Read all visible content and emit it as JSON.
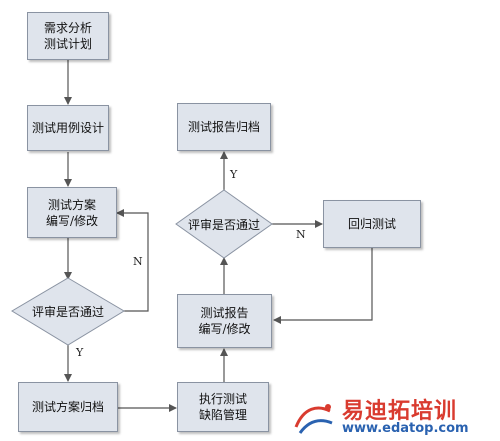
{
  "nodes": {
    "requirements_analysis": "需求分析\n测试计划",
    "test_case_design": "测试用例设计",
    "test_plan_write": "测试方案\n编写/修改",
    "review_pass_left": "评审是否通过",
    "test_plan_archive": "测试方案归档",
    "execute_test": "执行测试\n缺陷管理",
    "test_report_write": "测试报告\n编写/修改",
    "review_pass_right": "评审是否通过",
    "regression_test": "回归测试",
    "test_report_archive": "测试报告归档"
  },
  "edge_labels": {
    "left_no": "N",
    "left_yes": "Y",
    "right_no": "N",
    "right_yes": "Y"
  },
  "watermark": {
    "chinese": "易迪拓培训",
    "url": "www.edatop.com"
  },
  "colors": {
    "box_fill": "#dfe4ec",
    "box_border": "#8a93a2",
    "arrow": "#555555",
    "watermark_red": "#d93b2f",
    "watermark_blue": "#2a62b0"
  }
}
